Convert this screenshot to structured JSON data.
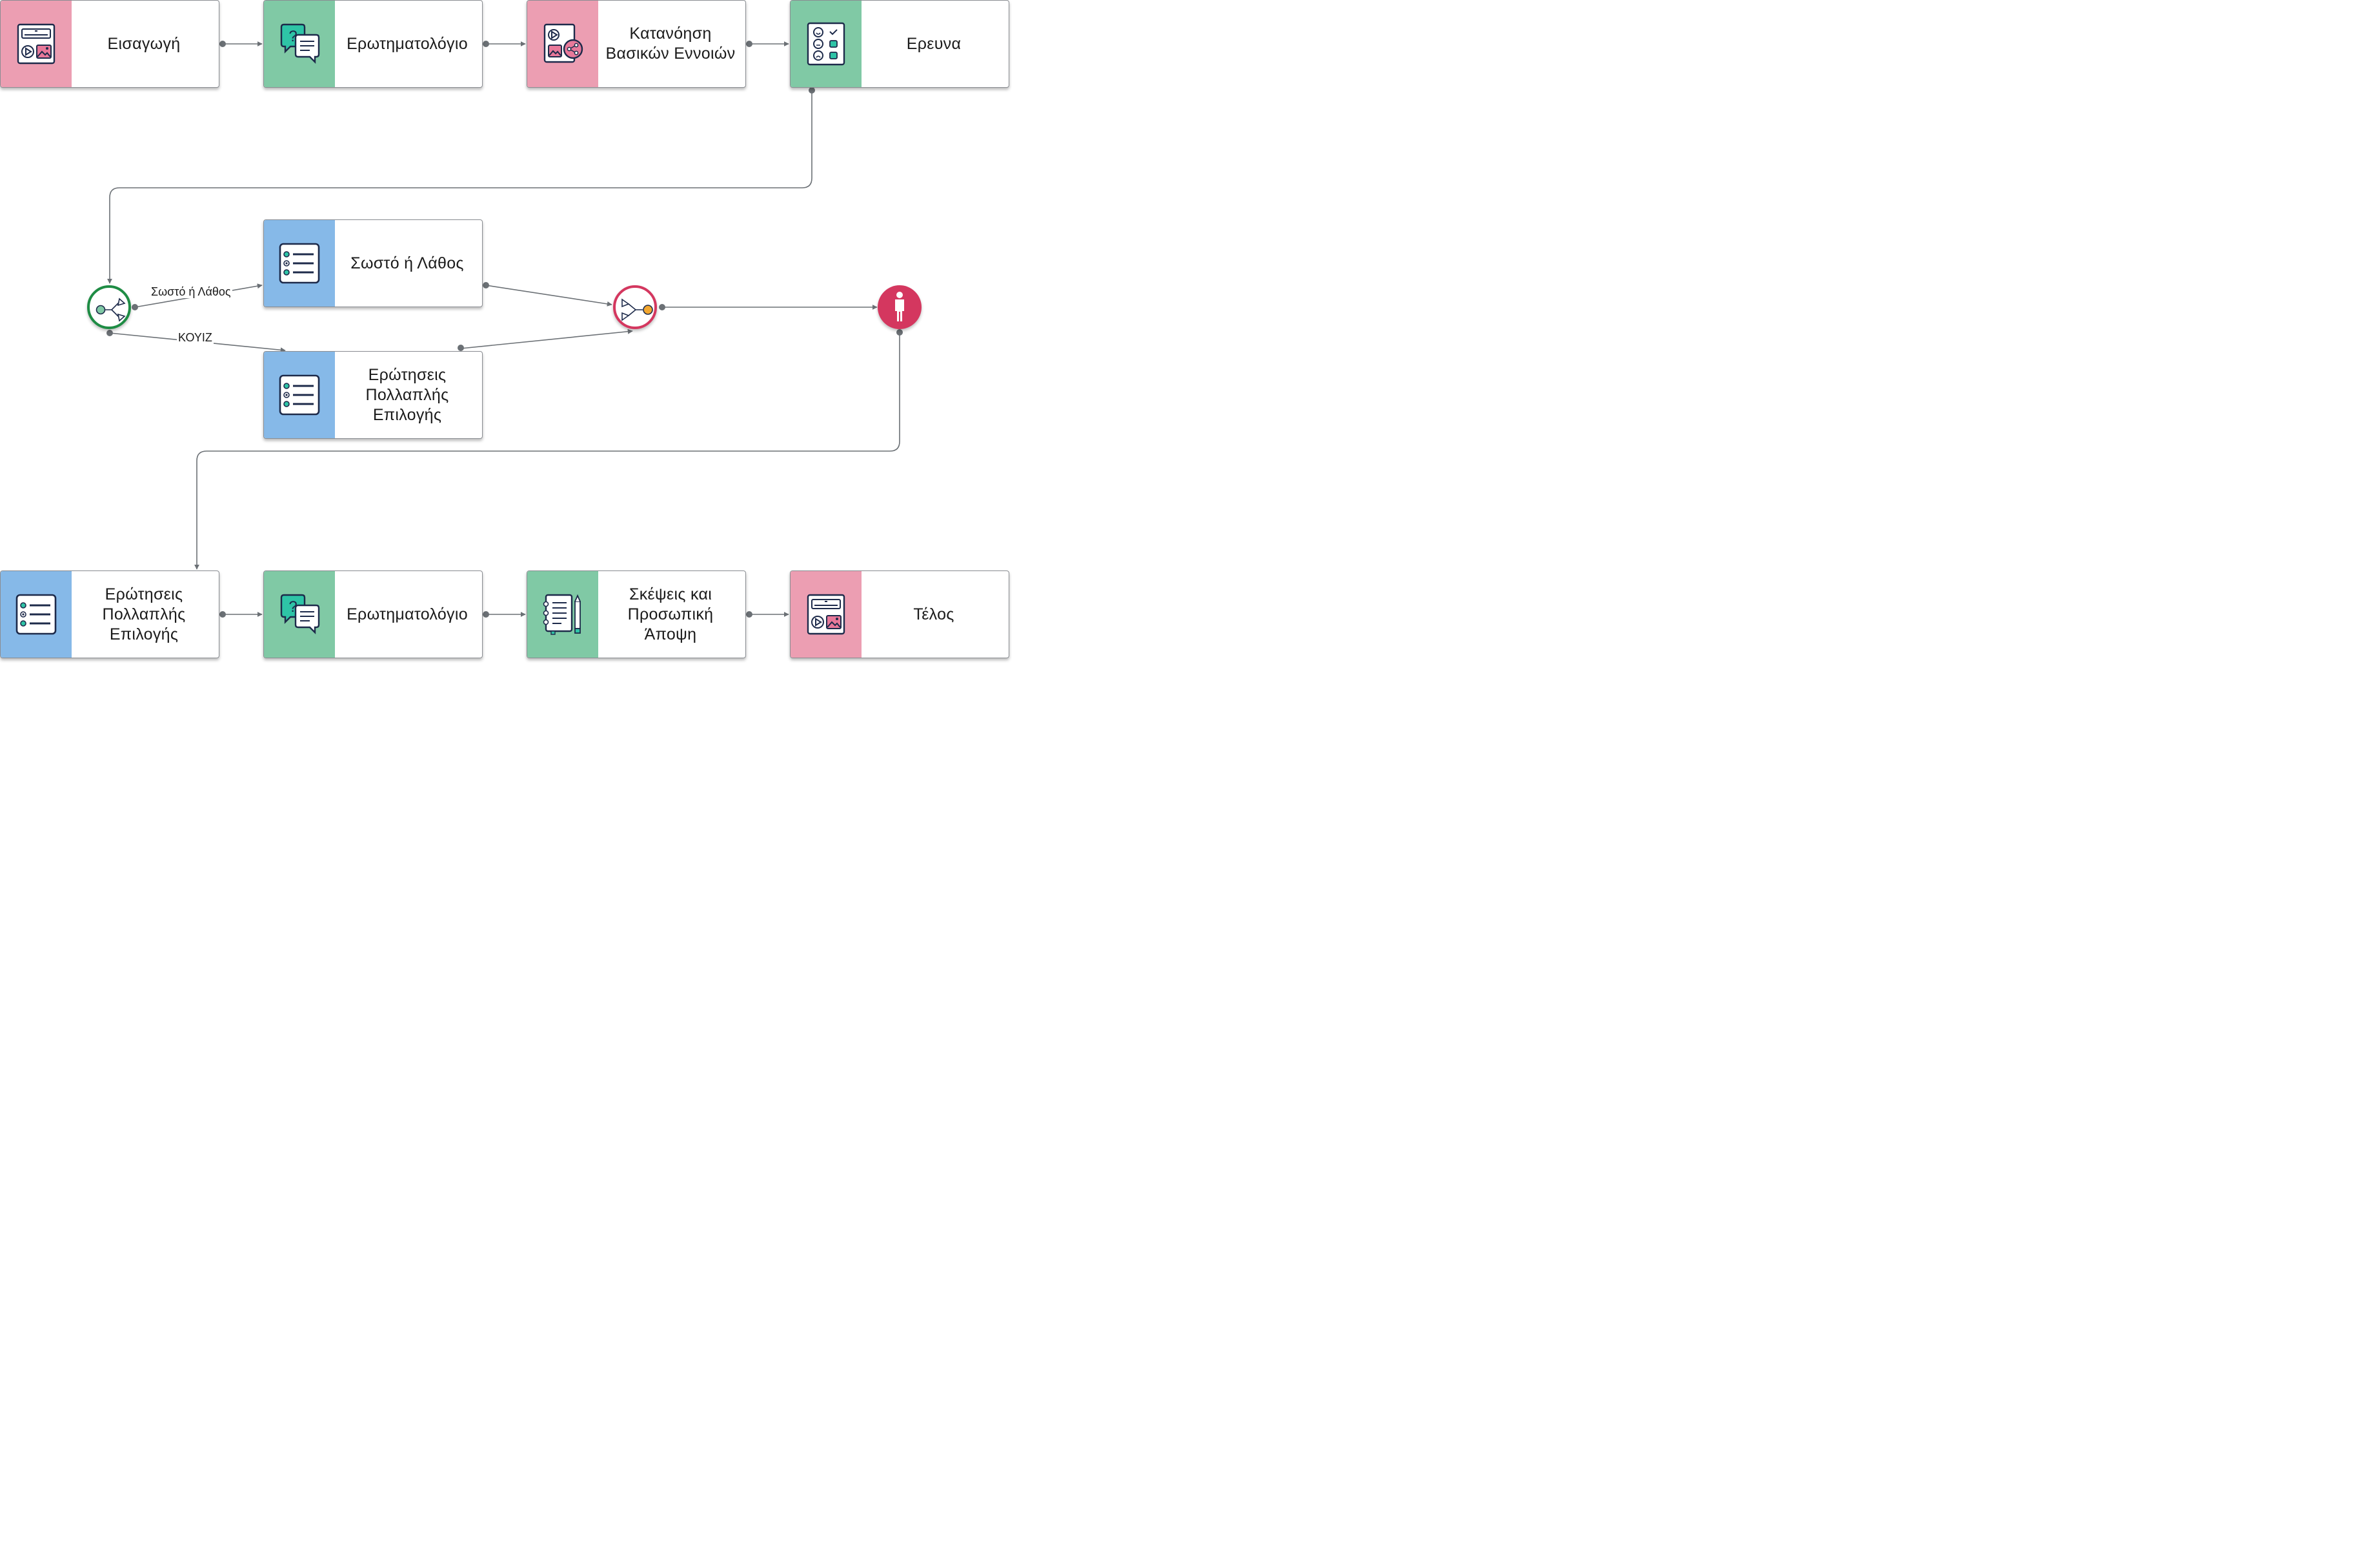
{
  "colors": {
    "pink": "#ec9eb2",
    "green": "#80c9a5",
    "blue": "#86b9e8",
    "wire": "#6b7075",
    "split_gateway": "#1e8c44",
    "join_gateway": "#d4375f",
    "person": "#d4375f"
  },
  "nodes": {
    "intro": {
      "label": "Εισαγωγή",
      "icon": "media-page-icon"
    },
    "questionnaire1": {
      "label": "Ερωτηματολόγιο",
      "icon": "chat-question-icon"
    },
    "concepts": {
      "label": "Κατανόηση Βασικών Εννοιών",
      "icon": "media-share-icon"
    },
    "research": {
      "label": "Ερευνα",
      "icon": "survey-faces-icon"
    },
    "true_false": {
      "label": "Σωστό ή Λάθος",
      "icon": "checklist-icon"
    },
    "multiple_choice_quiz": {
      "label": "Ερώτησεις Πολλαπλής Επιλογής",
      "icon": "checklist-icon"
    },
    "multiple_choice_2": {
      "label": "Ερώτησεις Πολλαπλής Επιλογής",
      "icon": "checklist-icon"
    },
    "questionnaire2": {
      "label": "Ερωτηματολόγιο",
      "icon": "chat-question-icon"
    },
    "reflection": {
      "label": "Σκέψεις και Προσωπική Άποψη",
      "icon": "notebook-pencil-icon"
    },
    "end": {
      "label": "Τέλος",
      "icon": "media-page-icon"
    }
  },
  "edges": {
    "true_false_label": "Σωστό ή Λάθος",
    "quiz_label": "ΚΟΥΙΖ"
  }
}
